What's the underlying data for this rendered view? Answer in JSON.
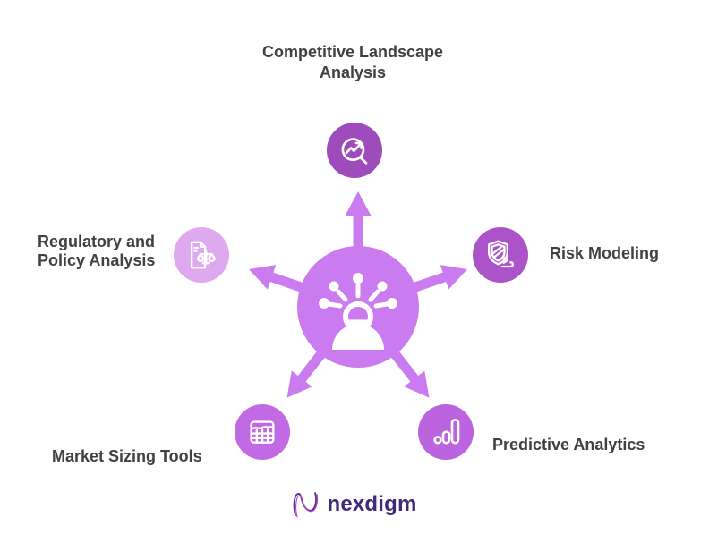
{
  "diagram": {
    "type": "radial-hub-spoke",
    "hub": {
      "icon": "presenter-person-icon",
      "color": "#c97bef",
      "arrow_count": 5
    },
    "nodes": [
      {
        "id": "competitive",
        "label": "Competitive Landscape Analysis",
        "icon": "trend-search-icon",
        "circle_color": "#9e4bbb",
        "position": "top"
      },
      {
        "id": "risk",
        "label": "Risk Modeling",
        "icon": "shield-wind-icon",
        "circle_color": "#ac53c9",
        "position": "right"
      },
      {
        "id": "predictive",
        "label": "Predictive Analytics",
        "icon": "analytics-bars-icon",
        "circle_color": "#bc63df",
        "position": "bottom-right"
      },
      {
        "id": "market",
        "label": "Market Sizing Tools",
        "icon": "chart-grid-icon",
        "circle_color": "#c26ae4",
        "position": "bottom-left"
      },
      {
        "id": "regulatory",
        "label": "Regulatory and Policy Analysis",
        "icon": "document-scales-icon",
        "circle_color": "#dfa9ef",
        "position": "left"
      }
    ],
    "label_color": "#414141"
  },
  "footer": {
    "brand": "nexdigm",
    "brand_color": "#3d2b7a"
  }
}
